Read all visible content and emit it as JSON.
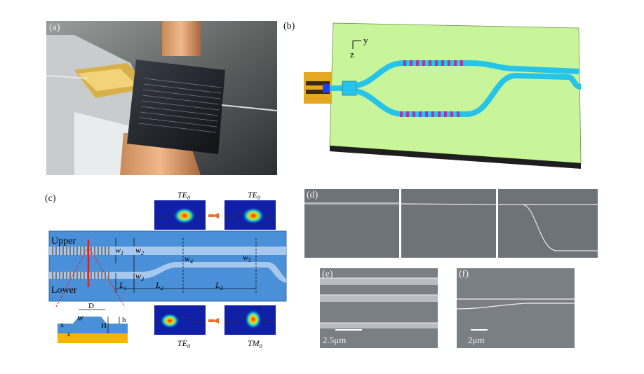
{
  "panels": {
    "a": {
      "label": "(a)"
    },
    "b": {
      "label": "(b)",
      "axis_y": "y",
      "axis_z": "z"
    },
    "c": {
      "label": "(c)",
      "upper": "Upper",
      "lower": "Lower",
      "w1": "w",
      "w1_sub": "1",
      "w2": "w",
      "w2_sub": "2",
      "w3": "w",
      "w3_sub": "3",
      "w4": "w",
      "w4_sub": "4",
      "w5": "w",
      "w5_sub": "5",
      "L1": "L",
      "L1_sub": "1",
      "L2": "L",
      "L2_sub": "2",
      "L3": "L",
      "L3_sub": "3",
      "mode_top_left": "TE",
      "mode_top_left_sub": "0",
      "mode_top_right": "TE",
      "mode_top_right_sub": "0",
      "mode_bottom_left": "TE",
      "mode_bottom_left_sub": "0",
      "mode_bottom_right": "TM",
      "mode_bottom_right_sub": "0",
      "cross_D": "D",
      "cross_W": "W",
      "cross_H": "H",
      "cross_h": "h",
      "cross_x": "x",
      "cross_z": "z"
    },
    "d": {
      "label": "(d)"
    },
    "e": {
      "label": "(e)",
      "scale": "2.5μm"
    },
    "f": {
      "label": "(f)",
      "scale": "2μm"
    }
  }
}
